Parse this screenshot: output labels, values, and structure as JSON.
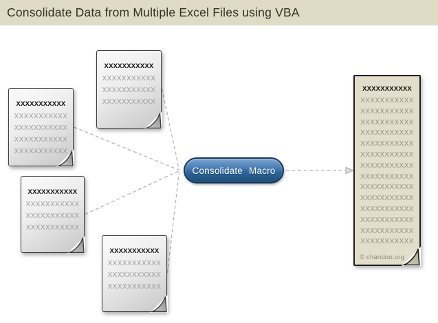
{
  "header": {
    "title": "Consolidate Data from Multiple Excel Files using VBA"
  },
  "macro_button": {
    "label": "Consolidate Macro"
  },
  "source_files": [
    {
      "title": "XXXXXXXXXXX",
      "rows": [
        "XXXXXXXXXXX",
        "XXXXXXXXXXX",
        "XXXXXXXXXXX"
      ]
    },
    {
      "title": "XXXXXXXXXXX",
      "rows": [
        "XXXXXXXXXXX",
        "XXXXXXXXXXX",
        "XXXXXXXXXXX",
        "XXXXXXXXXXX"
      ]
    },
    {
      "title": "XXXXXXXXXXX",
      "rows": [
        "XXXXXXXXXXX",
        "XXXXXXXXXXX",
        "XXXXXXXXXXX"
      ]
    },
    {
      "title": "XXXXXXXXXXX",
      "rows": [
        "XXXXXXXXXXX",
        "XXXXXXXXXXX",
        "XXXXXXXXXXX"
      ]
    }
  ],
  "output_file": {
    "title": "XXXXXXXXXXX",
    "rows": [
      "XXXXXXXXXXX",
      "XXXXXXXXXXX",
      "XXXXXXXXXXX",
      "XXXXXXXXXXX",
      "XXXXXXXXXXX",
      "XXXXXXXXXXX",
      "XXXXXXXXXXX",
      "XXXXXXXXXXX",
      "XXXXXXXXXXX",
      "XXXXXXXXXXX",
      "XXXXXXXXXXX",
      "XXXXXXXXXXX",
      "XXXXXXXXXXX",
      "XXXXXXXXXXX"
    ],
    "credit": "© chandoo.org"
  },
  "colors": {
    "header_bg": "#dfdbc4",
    "button_fill_top": "#7aa4cf",
    "button_fill_bottom": "#1f4e79",
    "button_border": "#16375d",
    "connector_gray": "#b5b5b5",
    "output_fill": "#e2decb",
    "doc_row_gray": "#9b9b9b"
  }
}
